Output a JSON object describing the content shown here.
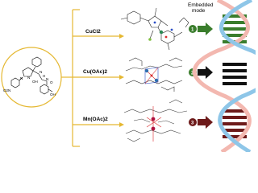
{
  "ligand": {
    "atoms": [
      "O2N",
      "N",
      "N",
      "OH",
      "N",
      "H",
      "N",
      "O",
      "OH"
    ]
  },
  "branches": [
    {
      "reagent": "CuCl2",
      "number": "1",
      "arrow_color": "#2e7d32"
    },
    {
      "reagent": "Cu(OAc)2",
      "number": "2",
      "arrow_color": "#111111"
    },
    {
      "reagent": "Mn(OAc)2",
      "number": "3",
      "arrow_color": "#6d1a1a"
    }
  ],
  "embedded_mode_label": "Embedded\nmode",
  "colors": {
    "ligand_border": "#e5b832",
    "bracket": "#e5b832",
    "dna_strand_a": "#f3b8b0",
    "dna_strand_b": "#8ec6e8",
    "rung_green": "#3a7d2c",
    "rung_black": "#111111",
    "rung_maroon": "#6d1a1a"
  }
}
